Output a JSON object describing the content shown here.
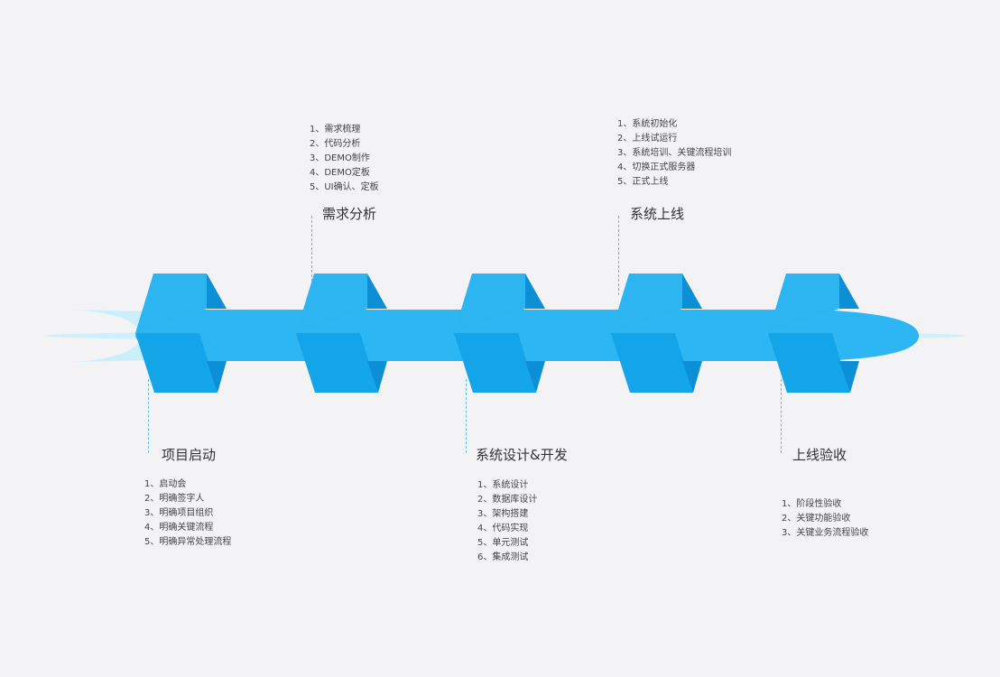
{
  "colors": {
    "background": "#f3f3f5",
    "arrow_body": "#2cb6f3",
    "band_top": "#2db5f2",
    "band_bottom": "#14a5e8",
    "band_side_dark": "#0d8fd6",
    "glow": "#c9effb",
    "connector": "#5fbde8"
  },
  "stages": [
    {
      "id": "project-kickoff",
      "title": "项目启动",
      "items": [
        "1、启动会",
        "2、明确签字人",
        "3、明确项目组织",
        "4、明确关键流程",
        "5、明确异常处理流程"
      ]
    },
    {
      "id": "requirements-analysis",
      "title": "需求分析",
      "items": [
        "1、需求梳理",
        "2、代码分析",
        "3、DEMO制作",
        "4、DEMO定板",
        "5、UI确认、定板"
      ]
    },
    {
      "id": "system-design-dev",
      "title": "系统设计&开发",
      "items": [
        "1、系统设计",
        "2、数据库设计",
        "3、架构搭建",
        "4、代码实现",
        "5、单元测试",
        "6、集成测试"
      ]
    },
    {
      "id": "system-go-live",
      "title": "系统上线",
      "items": [
        "1、系统初始化",
        "2、上线试运行",
        "3、系统培训、关键流程培训",
        "4、切换正式服务器",
        "5、正式上线"
      ]
    },
    {
      "id": "go-live-acceptance",
      "title": "上线验收",
      "items": [
        "1、阶段性验收",
        "2、关键功能验收",
        "3、关键业务流程验收"
      ]
    }
  ]
}
